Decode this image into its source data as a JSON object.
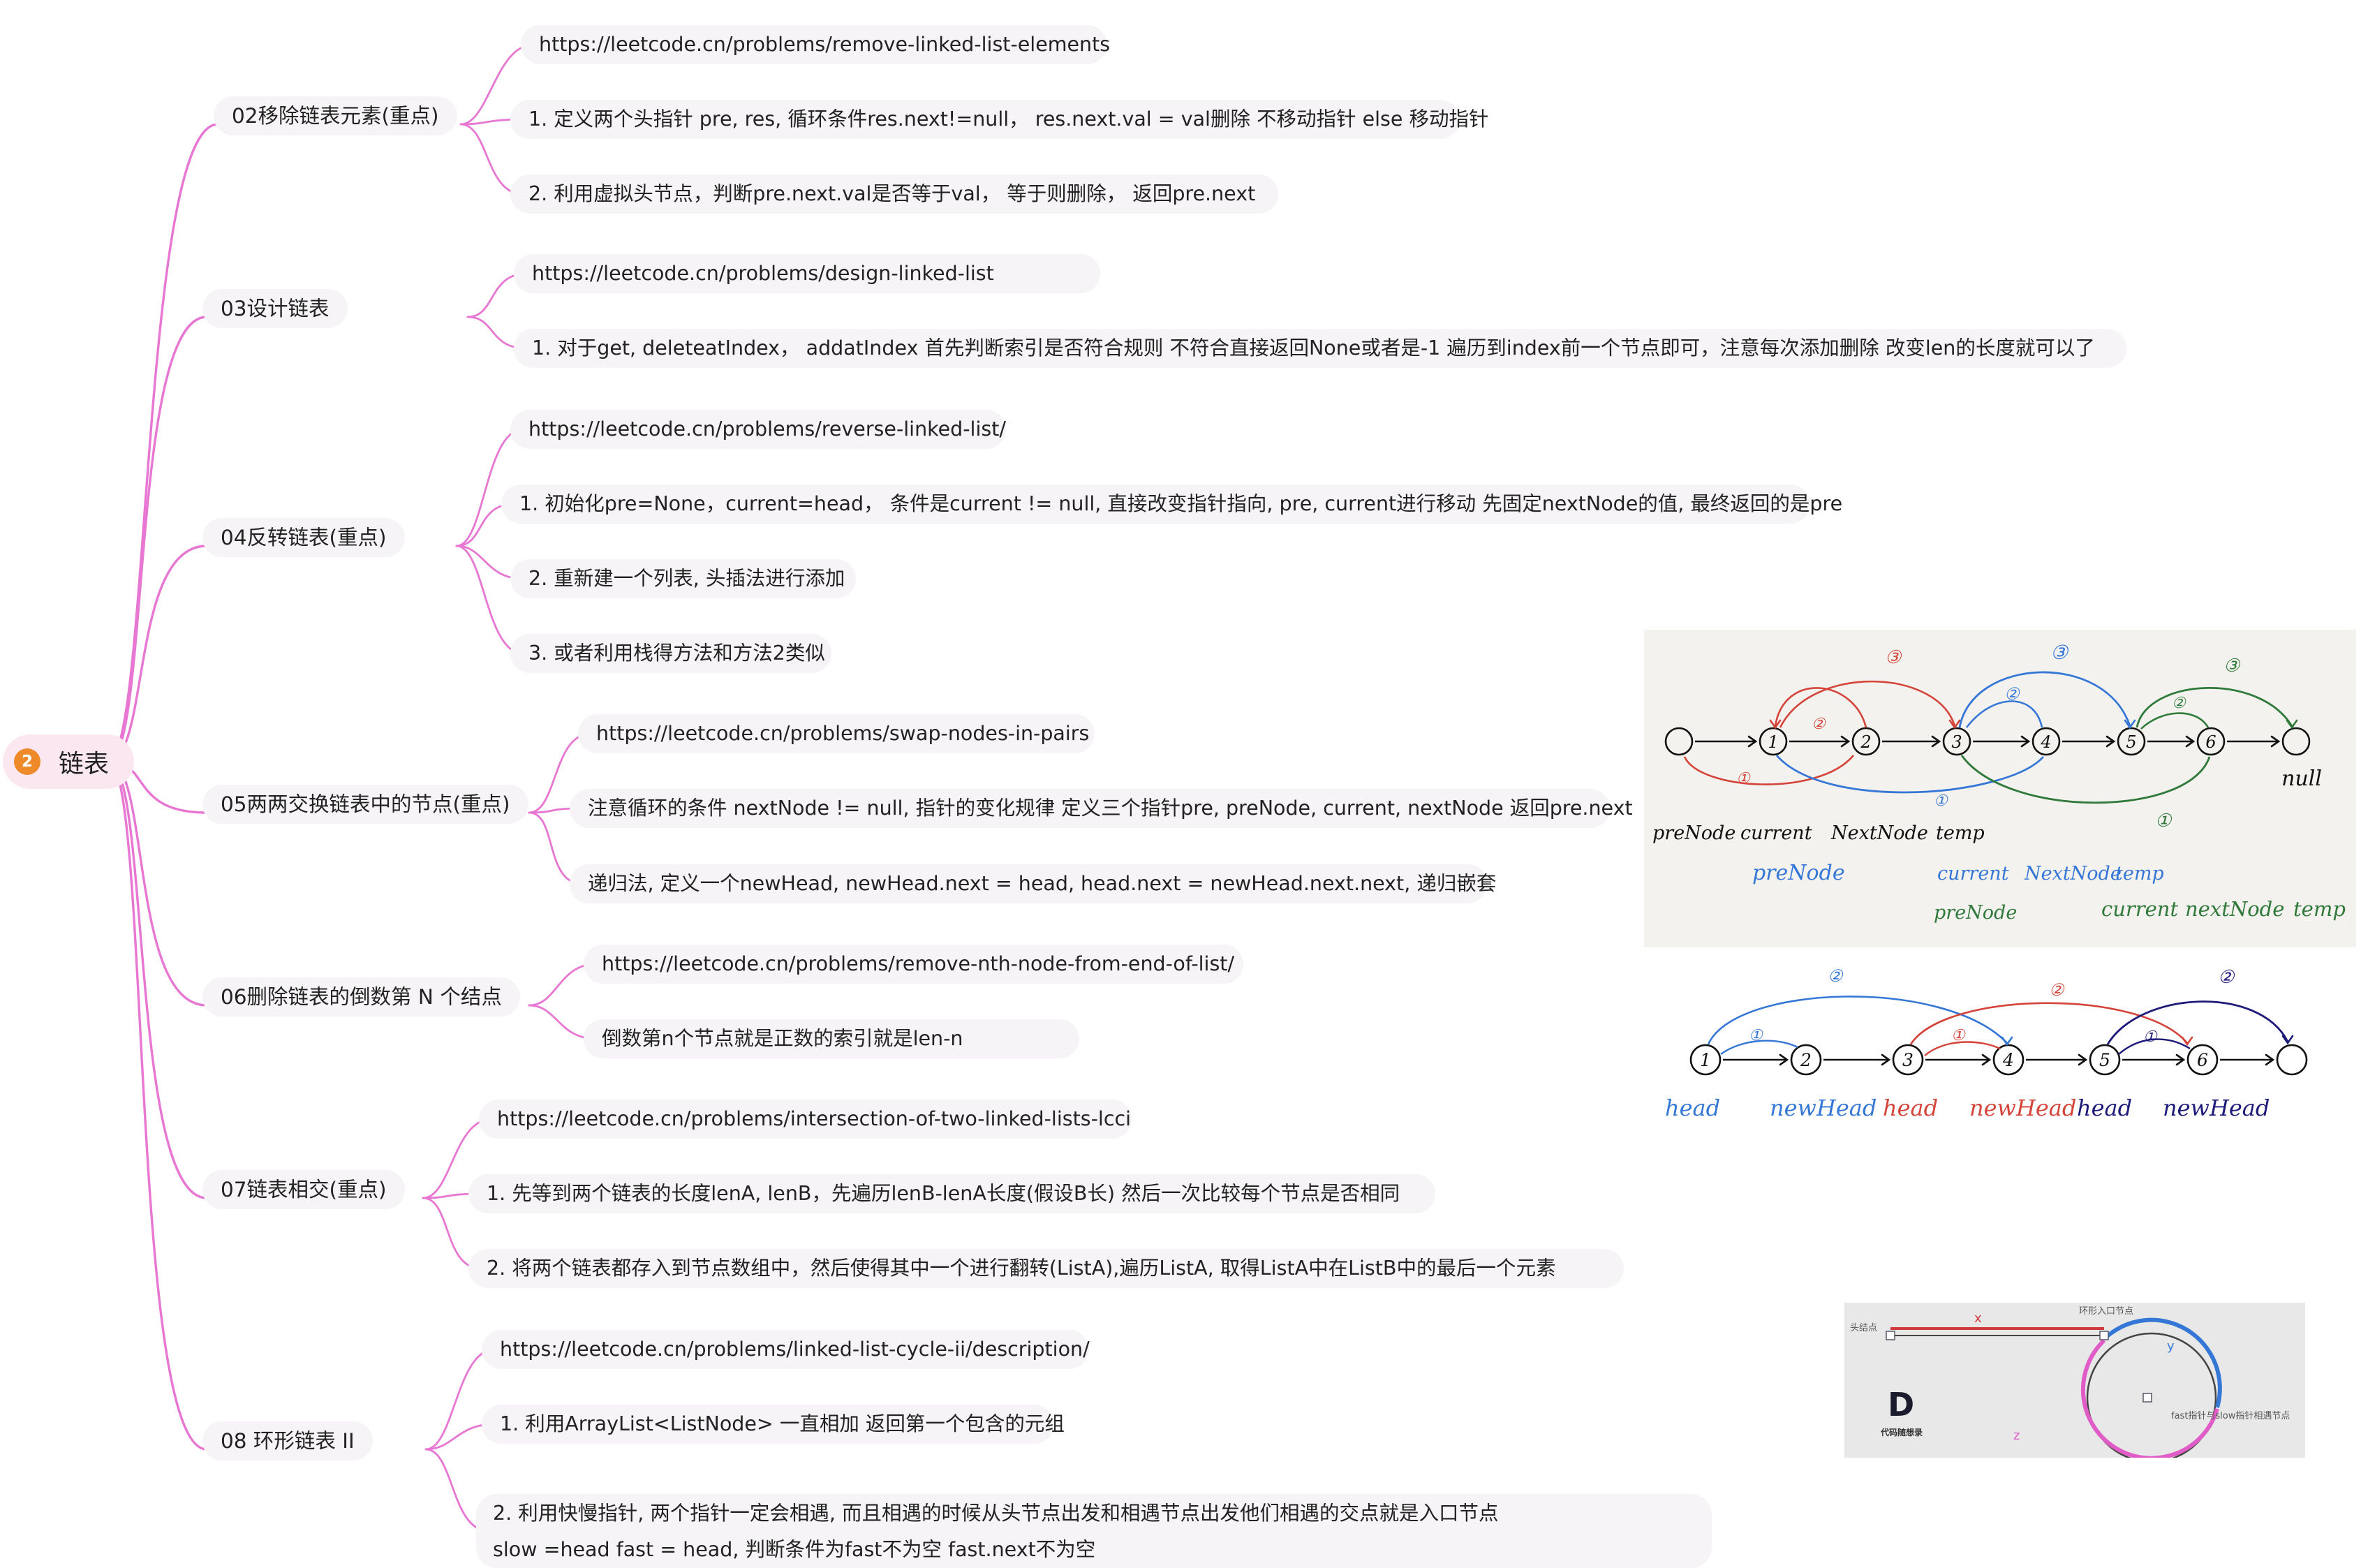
{
  "root": {
    "badge": "2",
    "label": "链表"
  },
  "colors": {
    "branch": "#e777d2",
    "red": "#d4443a",
    "blue": "#3577d6",
    "green": "#2f7a3a",
    "navy": "#1d1a7a",
    "pink": "#e05cc7",
    "badge": "#ee8a2a"
  },
  "topics": [
    {
      "label": "02移除链表元素(重点)",
      "children": [
        "https://leetcode.cn/problems/remove-linked-list-elements",
        "1. 定义两个头指针 pre, res, 循环条件res.next!=null， res.next.val = val删除 不移动指针 else 移动指针",
        "2. 利用虚拟头节点，判断pre.next.val是否等于val， 等于则删除， 返回pre.next"
      ]
    },
    {
      "label": "03设计链表",
      "children": [
        "https://leetcode.cn/problems/design-linked-list",
        "1. 对于get, deleteatIndex， addatIndex 首先判断索引是否符合规则 不符合直接返回None或者是-1 遍历到index前一个节点即可，注意每次添加删除 改变len的长度就可以了"
      ]
    },
    {
      "label": "04反转链表(重点)",
      "children": [
        "https://leetcode.cn/problems/reverse-linked-list/",
        "1. 初始化pre=None，current=head， 条件是current != null, 直接改变指针指向, pre, current进行移动 先固定nextNode的值, 最终返回的是pre",
        "2. 重新建一个列表, 头插法进行添加",
        "3. 或者利用栈得方法和方法2类似"
      ]
    },
    {
      "label": "05两两交换链表中的节点(重点)",
      "children": [
        "https://leetcode.cn/problems/swap-nodes-in-pairs",
        "注意循环的条件 nextNode != null, 指针的变化规律 定义三个指针pre, preNode, current, nextNode 返回pre.next",
        "递归法, 定义一个newHead, newHead.next = head, head.next = newHead.next.next, 递归嵌套"
      ]
    },
    {
      "label": "06删除链表的倒数第 N 个结点",
      "children": [
        "https://leetcode.cn/problems/remove-nth-node-from-end-of-list/",
        "倒数第n个节点就是正数的索引就是len-n"
      ]
    },
    {
      "label": "07链表相交(重点)",
      "children": [
        "https://leetcode.cn/problems/intersection-of-two-linked-lists-lcci",
        "1. 先等到两个链表的长度lenA, lenB，先遍历lenB-lenA长度(假设B长) 然后一次比较每个节点是否相同",
        "2. 将两个链表都存入到节点数组中，然后使得其中一个进行翻转(ListA),遍历ListA, 取得ListA中在ListB中的最后一个元素"
      ]
    },
    {
      "label": "08 环形链表 II",
      "children": [
        "https://leetcode.cn/problems/linked-list-cycle-ii/description/",
        "1. 利用ArrayList<ListNode> 一直相加 返回第一个包含的元组",
        "2. 利用快慢指针, 两个指针一定会相遇, 而且相遇的时候从头节点出发和相遇节点出发他们相遇的交点就是入口节点\nslow =head fast = head, 判断条件为fast不为空 fast.next不为空"
      ]
    }
  ],
  "sketch1": {
    "nodes": [
      "",
      "1",
      "2",
      "3",
      "4",
      "5",
      "6",
      ""
    ],
    "end_label": "null",
    "step_marks": {
      "red_top": "③",
      "red_mid": "②",
      "red_low": "①",
      "blue_top": "③",
      "blue_mid": "②",
      "blue_low": "①",
      "green_top": "③",
      "green_mid": "②",
      "green_low": "①"
    },
    "row1": [
      "preNode",
      "current",
      "NextNode",
      "temp"
    ],
    "row2": [
      "preNode",
      "current",
      "NextNode",
      "temp"
    ],
    "row3": [
      "preNode",
      "current",
      "nextNode",
      "temp"
    ]
  },
  "sketch2": {
    "nodes": [
      "1",
      "2",
      "3",
      "4",
      "5",
      "6",
      ""
    ],
    "step_marks": {
      "blue_top": "②",
      "blue_low": "①",
      "red_top": "②",
      "red_low": "①",
      "navy_top": "②",
      "navy_low": "①"
    },
    "labels": [
      "head",
      "newHead",
      "head",
      "newHead",
      "head",
      "newHead"
    ]
  },
  "sketch3": {
    "head_label": "头结点",
    "entry_label": "环形入口节点",
    "meet_label": "fast指针与slow指针相遇节点",
    "x": "x",
    "y": "y",
    "z": "z",
    "logo_letter": "D",
    "logo_text": "代码随想录"
  }
}
